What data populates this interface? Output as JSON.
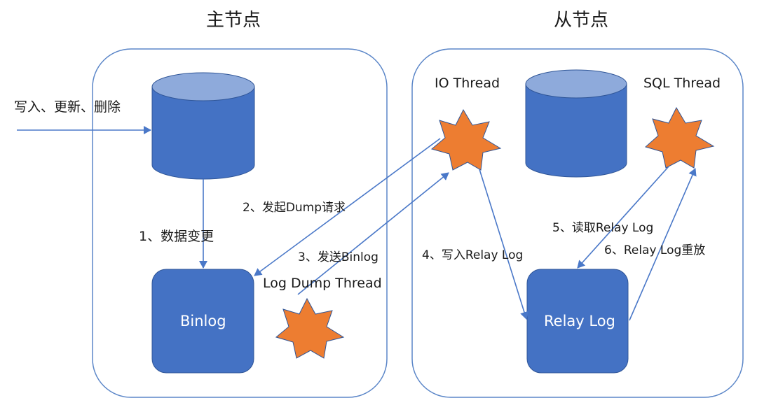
{
  "master": {
    "title": "主节点",
    "write_label": "写入、更新、删除",
    "binlog_label": "Binlog",
    "data_change_label": "1、数据变更",
    "log_dump_thread_label": "Log Dump Thread"
  },
  "slave": {
    "title": "从节点",
    "io_thread_label": "IO Thread",
    "sql_thread_label": "SQL Thread",
    "relay_log_label": "Relay Log"
  },
  "steps": {
    "dump_request": "2、发起Dump请求",
    "send_binlog": "3、发送Binlog",
    "write_relay_log": "4、写入Relay Log",
    "read_relay_log": "5、读取Relay Log",
    "replay_relay_log": "6、Relay Log重放"
  },
  "colors": {
    "container_border": "#5b86c8",
    "db_body": "#4472c4",
    "db_top": "#8eaadb",
    "db_stroke": "#2f5597",
    "box_fill": "#4472c4",
    "star_fill": "#ed7d31",
    "star_stroke": "#2f5597",
    "arrow": "#4a78c8"
  }
}
